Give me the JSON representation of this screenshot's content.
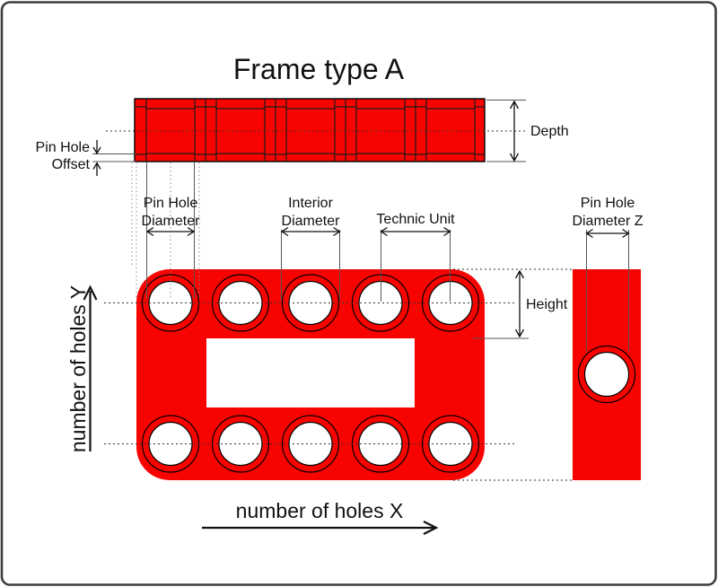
{
  "title": "Frame type A",
  "colors": {
    "brick_red": "#f80400",
    "outline": "#000000"
  },
  "top_view": {
    "segments": 5
  },
  "front_view": {
    "hole_columns": 5,
    "hole_rows": 2
  },
  "side_view": {
    "holes": 1
  },
  "labels": {
    "depth": "Depth",
    "pin_hole_offset": [
      "Pin Hole",
      "Offset"
    ],
    "pin_hole_diameter": [
      "Pin Hole",
      "Diameter"
    ],
    "interior_diameter": [
      "Interior",
      "Diameter"
    ],
    "technic_unit": "Technic Unit",
    "height": "Height",
    "pin_hole_diameter_z": [
      "Pin Hole",
      "Diameter Z"
    ],
    "axis_x": "number of holes X",
    "axis_y": "number of holes Y"
  }
}
